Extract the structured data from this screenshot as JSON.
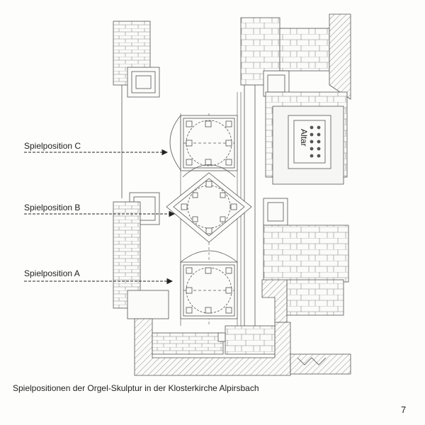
{
  "labels": {
    "position_c": "Spielposition C",
    "position_b": "Spielposition B",
    "position_a": "Spielposition A",
    "altar": "Altar"
  },
  "caption": "Spielpositionen der Orgel-Skulptur in der Klosterkirche Alpirsbach",
  "page_number": "7",
  "colors": {
    "line": "#555555",
    "hatch": "#9a9a9a",
    "arrow": "#222222"
  }
}
